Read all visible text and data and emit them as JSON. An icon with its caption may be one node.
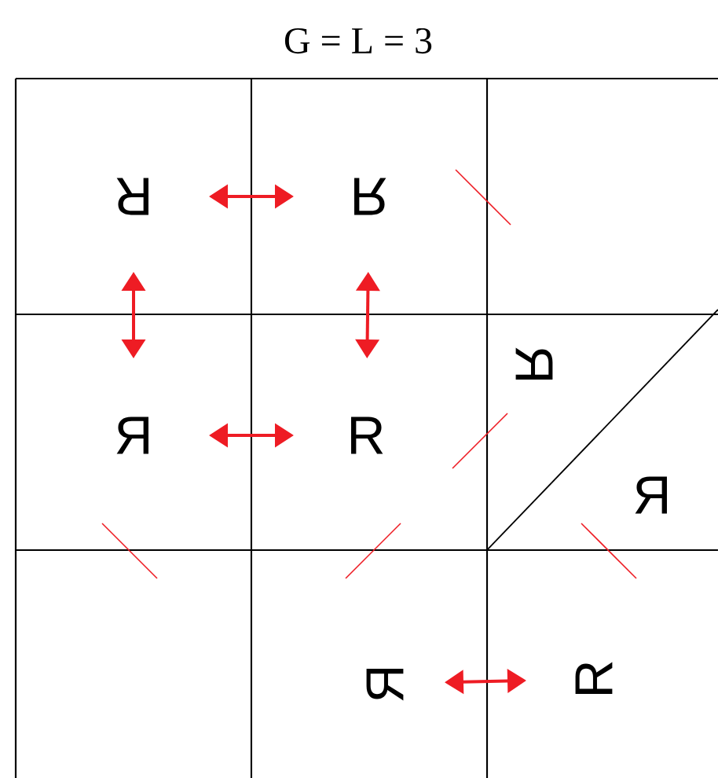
{
  "diagram": {
    "title": "G = L = 3",
    "nodes": [
      {
        "text": [
          "R"
        ]
      },
      {
        "text": [
          "R"
        ]
      },
      {
        "text": [
          "R"
        ]
      },
      {
        "text": [
          "R"
        ]
      },
      {
        "text": [
          "R"
        ]
      },
      {
        "text": [
          "R"
        ]
      },
      {
        "text": [
          "R"
        ]
      },
      {
        "text": [
          "R"
        ]
      }
    ],
    "edges": [
      {
        "from": 0,
        "to": 1,
        "arrow": "both"
      },
      {
        "from": 0,
        "to": 2,
        "arrow": "both"
      },
      {
        "from": 1,
        "to": 3,
        "arrow": "both"
      },
      {
        "from": 2,
        "to": 3,
        "arrow": "both"
      },
      {
        "from": 6,
        "to": 7,
        "arrow": "both"
      }
    ]
  }
}
